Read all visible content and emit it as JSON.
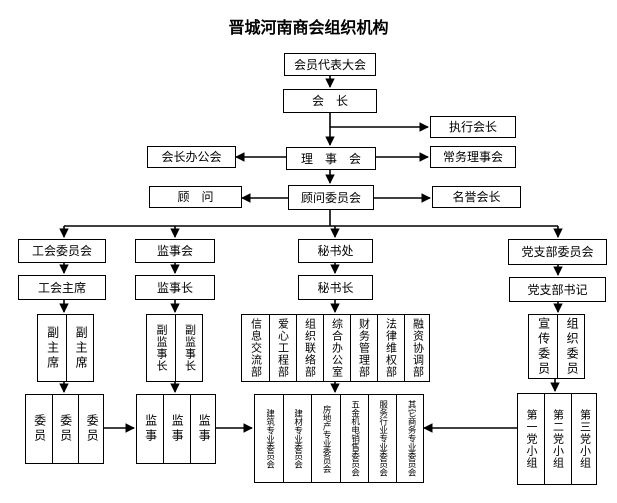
{
  "title": "晋城河南商会组织机构",
  "nodes": {
    "assembly": "会员代表大会",
    "president": "会　长",
    "exec_president": "执行会长",
    "president_office": "会长办公会",
    "council": "理　事　会",
    "standing_council": "常务理事会",
    "advisor": "顾　问",
    "advisory_committee": "顾问委员会",
    "honorary_president": "名誉会长",
    "union_committee": "工会委员会",
    "supervisory_board": "监事会",
    "secretariat": "秘书处",
    "party_committee": "党支部委员会",
    "union_chair": "工会主席",
    "chief_supervisor": "监事长",
    "secretary_general": "秘书长",
    "party_secretary": "党支部书记"
  },
  "union_vice": [
    "副主席",
    "副主席"
  ],
  "union_members": [
    "委员",
    "委员",
    "委员"
  ],
  "supervisor_vice": [
    "副监事长",
    "副监事长"
  ],
  "supervisors": [
    "监事",
    "监事",
    "监事"
  ],
  "departments": [
    "信息交流部",
    "爱心工程部",
    "组织联络部",
    "综合办公室",
    "财务管理部",
    "法律维权部",
    "融资协调部"
  ],
  "committees": [
    "建筑专业委员会",
    "建材专业委员会",
    "房地产专业委员会",
    "五金机电销售委员会",
    "服务行业专业委员会",
    "其它商务专业委员会"
  ],
  "party_members": [
    "宣传委员",
    "组织委员"
  ],
  "party_groups": [
    "第一党小组",
    "第二党小组",
    "第三党小组"
  ]
}
